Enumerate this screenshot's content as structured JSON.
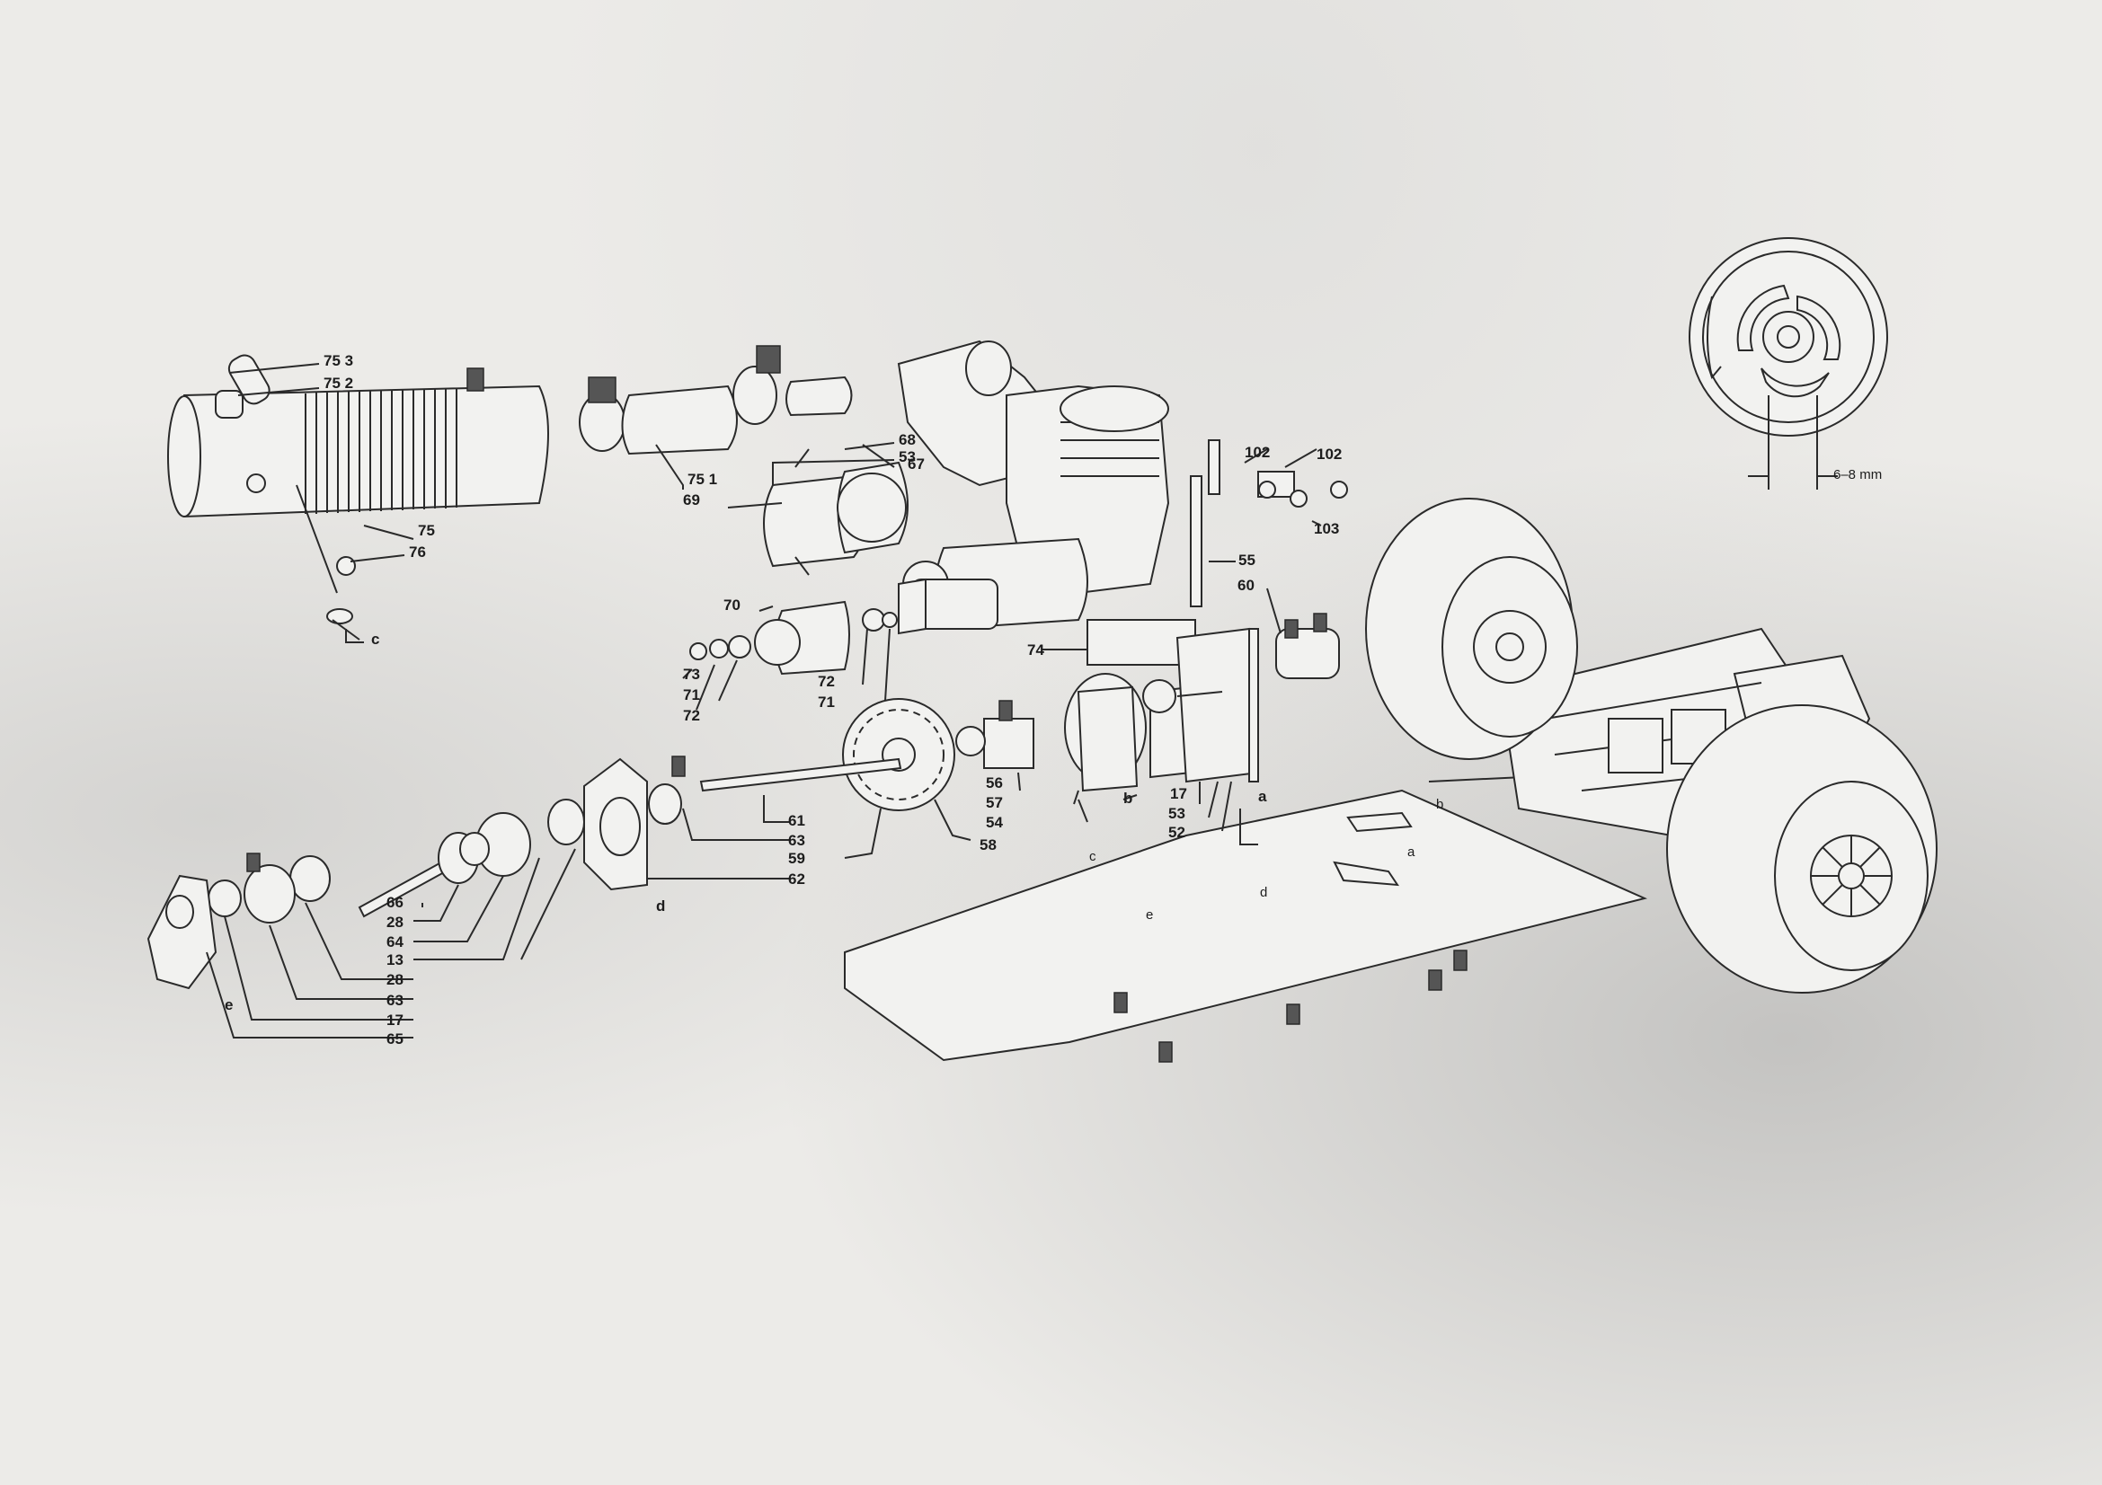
{
  "labels": {
    "l753": "75 3",
    "l752": "75 2",
    "l751": "75 1",
    "l75": "75",
    "l76": "76",
    "lc1": "c",
    "l53a": "53",
    "l68": "68",
    "l67": "67",
    "l69": "69",
    "l70": "70",
    "l73": "73",
    "l71a": "71",
    "l72a": "72",
    "l72b": "72",
    "l71b": "71",
    "l74": "74",
    "l55": "55",
    "l60": "60",
    "l102a": "102",
    "l102b": "102",
    "l103": "103",
    "l56": "56",
    "l57": "57",
    "l54": "54",
    "lb1": "b",
    "l17a": "17",
    "l53b": "53",
    "l52": "52",
    "la1": "a",
    "l61": "61",
    "l63a": "63",
    "l59": "59",
    "l62": "62",
    "l58": "58",
    "l66": "66",
    "l28a": "28",
    "l64": "64",
    "l13": "13",
    "l28b": "28",
    "l63b": "63",
    "l17b": "17",
    "l65": "65",
    "ld1": "d",
    "le1": "e",
    "lb2": "b",
    "la2": "a",
    "lc2": "c",
    "ld2": "d",
    "le2": "e",
    "gap": "6–8 mm"
  },
  "colors": {
    "ink": "#2a2a2a",
    "paper": "#ecebe8"
  }
}
